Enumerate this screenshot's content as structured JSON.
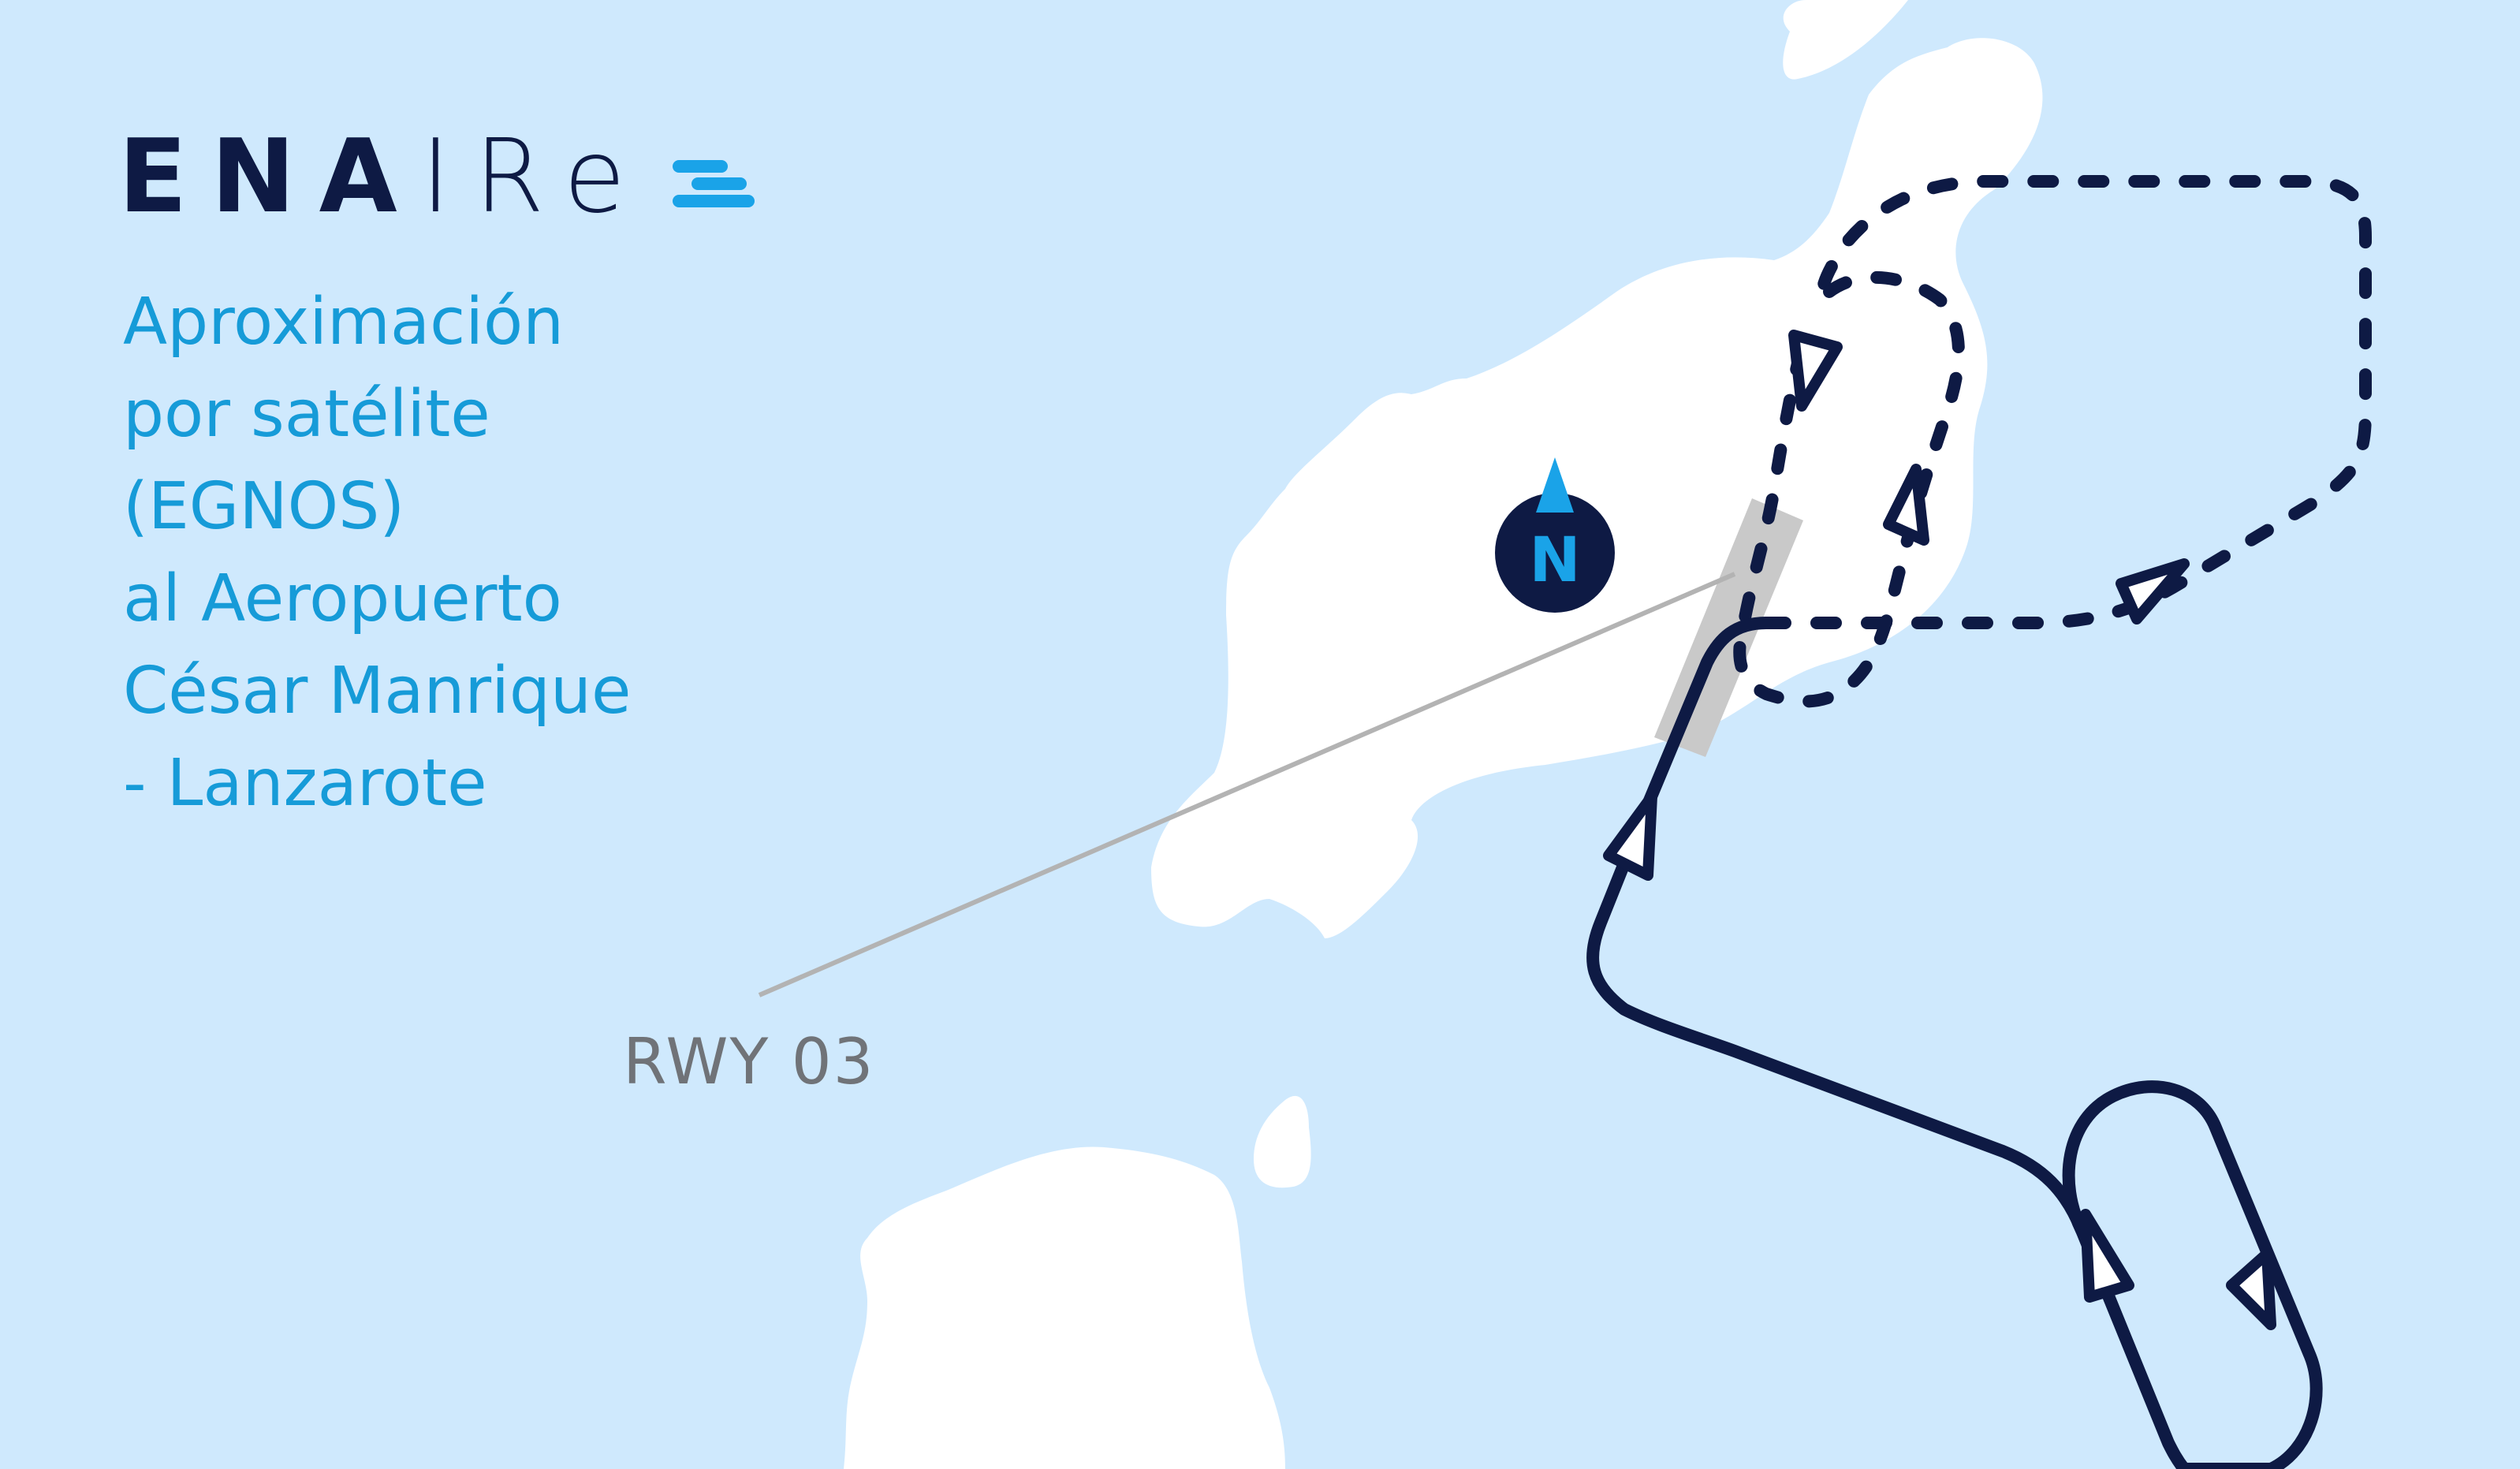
{
  "brand": {
    "logo_bold": "ENA",
    "logo_light": "IRe",
    "logo_mark": "enaire-stripes-mark",
    "color_navy": "#0e1a44",
    "color_blue": "#1aa3e8"
  },
  "title_lines": [
    "Aproximación",
    "por satélite",
    "(EGNOS)",
    "al Aeropuerto",
    "César Manrique",
    "- Lanzarote"
  ],
  "runway_label": "RWY 03",
  "compass": {
    "letter": "N",
    "icon": "north-arrow-icon"
  },
  "colors": {
    "sea": "#cfe9fd",
    "land": "#ffffff",
    "runway": "#c9c9c9",
    "leader_line": "#b3b3b3",
    "path": "#0e1a44"
  }
}
